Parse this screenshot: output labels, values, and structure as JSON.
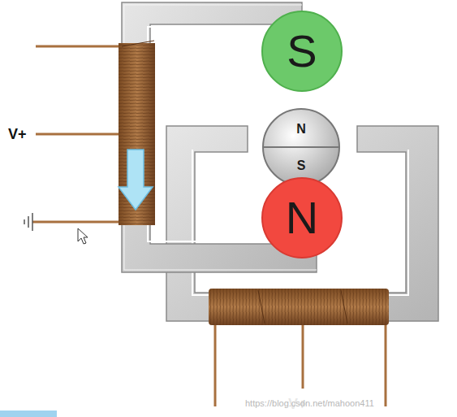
{
  "diagram": {
    "nodes": [
      {
        "text": [
          "S"
        ]
      },
      {
        "text": [
          "N",
          "S"
        ]
      },
      {
        "text": [
          "N"
        ]
      }
    ],
    "labels": [
      "V+",
      "V+",
      "https://blog.csdn.net/mahoon411"
    ]
  }
}
